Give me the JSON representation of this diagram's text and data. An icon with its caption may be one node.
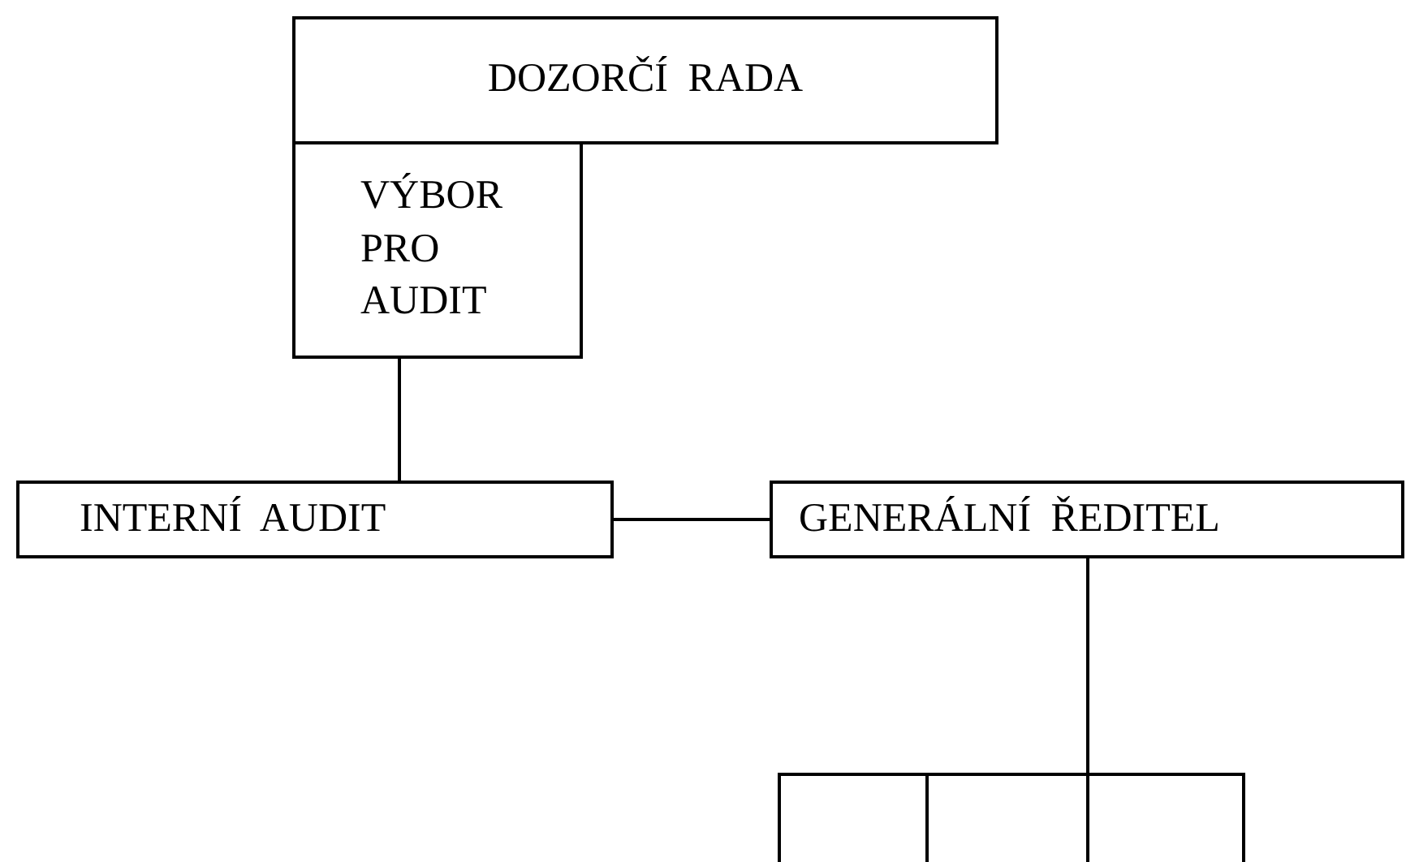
{
  "diagram": {
    "nodes": [
      {
        "text": [
          "DOZORČÍ RADA"
        ]
      },
      {
        "text": [
          "VÝBOR PRO AUDIT"
        ]
      },
      {
        "text": [
          "INTERNÍ AUDIT"
        ]
      },
      {
        "text": [
          "GENERÁLNÍ ŘEDITEL"
        ]
      }
    ],
    "edges": [
      {
        "from": 1,
        "to": 2,
        "arrow": "none"
      },
      {
        "from": 2,
        "to": 3,
        "arrow": "none"
      },
      {
        "from": 3,
        "to": null,
        "arrow": "none"
      },
      {
        "from": 3,
        "to": null,
        "arrow": "none"
      },
      {
        "from": 3,
        "to": null,
        "arrow": "none"
      },
      {
        "from": 3,
        "to": null,
        "arrow": "none"
      }
    ]
  }
}
